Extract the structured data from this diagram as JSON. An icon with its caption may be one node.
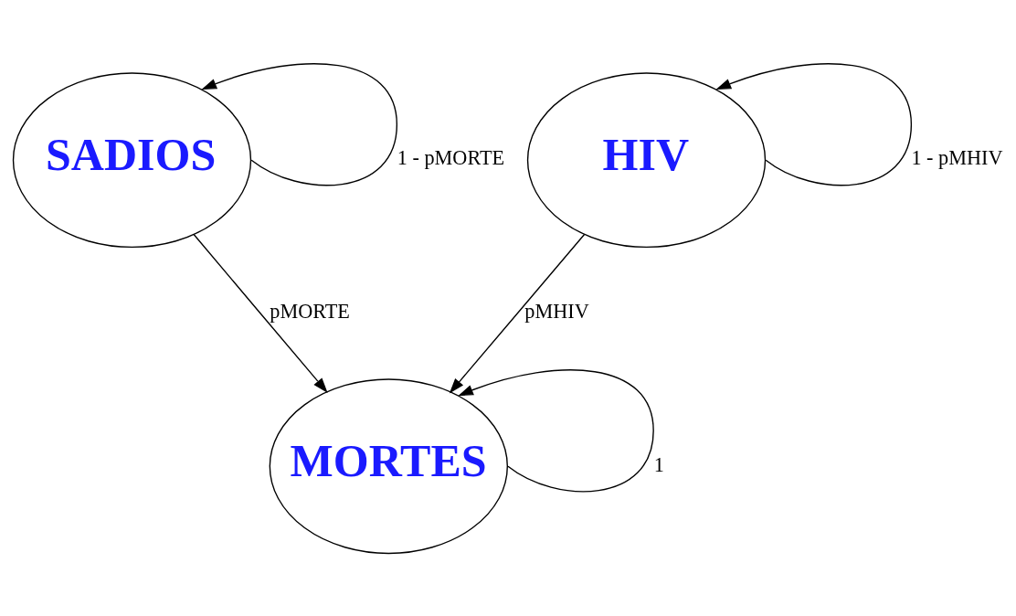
{
  "diagram": {
    "nodes": [
      {
        "text": [
          "SADIOS"
        ]
      },
      {
        "text": [
          "HIV"
        ]
      },
      {
        "text": [
          "MORTES"
        ]
      }
    ],
    "edges": [
      {
        "from": 0,
        "to": 0,
        "arrow": "to",
        "label": "1 - pMORTE"
      },
      {
        "from": 1,
        "to": 1,
        "arrow": "to",
        "label": "1 - pMHIV"
      },
      {
        "from": 0,
        "to": 2,
        "arrow": "to",
        "label": "pMORTE"
      },
      {
        "from": 1,
        "to": 2,
        "arrow": "to",
        "label": "pMHIV"
      },
      {
        "from": 2,
        "to": 2,
        "arrow": "to",
        "label": "1"
      }
    ]
  }
}
